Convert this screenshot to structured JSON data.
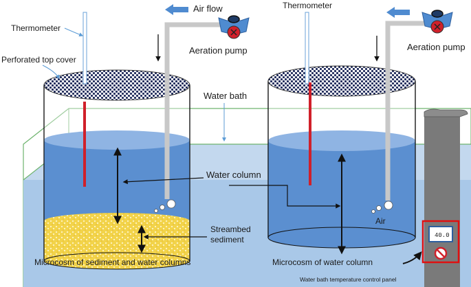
{
  "labels": {
    "thermometer_left": "Thermometer",
    "thermometer_right": "Thermometer",
    "air_flow": "Air flow",
    "aeration_pump_left": "Aeration pump",
    "aeration_pump_right": "Aeration pump",
    "perforated_top_cover": "Perforated top cover",
    "water_bath": "Water bath",
    "water_column": "Water column",
    "streambed_sediment_line1": "Streambed",
    "streambed_sediment_line2": "sediment",
    "air": "Air",
    "microcosm_left": "Microcosm of sediment and water columns",
    "microcosm_right": "Microcosm of water column",
    "control_panel": "Water bath temperature control panel",
    "display_reading": "40.0"
  },
  "colors": {
    "bath_fill": "#a9c8e8",
    "water": "#5b8fd0",
    "water_top": "#8fb4e3",
    "sediment": "#f2d34a",
    "thermometer_red": "#d0202a",
    "pipe_gray": "#c8c8c8",
    "pump_blue": "#4f8bd0",
    "pump_red": "#d0202a",
    "panel_gray": "#7a7a7a",
    "highlight_red": "#e01010",
    "bath_outline": "#6db36d"
  },
  "icons": {
    "pump": "aeration-pump-icon",
    "prohibition": "no-entry-icon",
    "flow_arrow": "arrow-left-icon"
  }
}
